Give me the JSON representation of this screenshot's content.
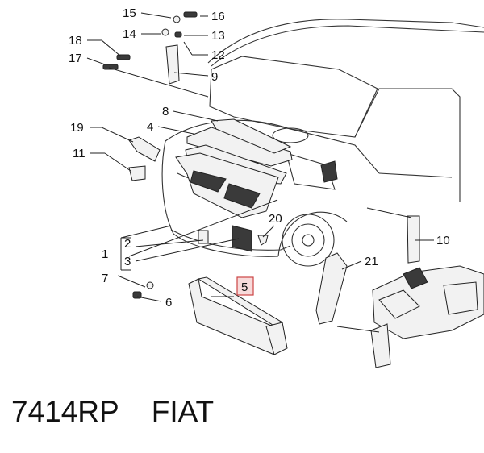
{
  "diagram": {
    "callouts": [
      {
        "id": "15",
        "label": "15"
      },
      {
        "id": "16",
        "label": "16"
      },
      {
        "id": "14",
        "label": "14"
      },
      {
        "id": "13",
        "label": "13"
      },
      {
        "id": "18",
        "label": "18"
      },
      {
        "id": "17",
        "label": "17"
      },
      {
        "id": "12",
        "label": "12"
      },
      {
        "id": "9",
        "label": "9"
      },
      {
        "id": "8",
        "label": "8"
      },
      {
        "id": "19",
        "label": "19"
      },
      {
        "id": "4",
        "label": "4"
      },
      {
        "id": "11",
        "label": "11"
      },
      {
        "id": "20",
        "label": "20"
      },
      {
        "id": "10",
        "label": "10"
      },
      {
        "id": "1",
        "label": "1"
      },
      {
        "id": "2",
        "label": "2"
      },
      {
        "id": "3",
        "label": "3"
      },
      {
        "id": "21",
        "label": "21"
      },
      {
        "id": "7",
        "label": "7"
      },
      {
        "id": "6",
        "label": "6"
      },
      {
        "id": "5",
        "label": "5",
        "highlighted": true
      }
    ],
    "highlight_color": "#c44"
  },
  "caption": {
    "part_code": "7414RP",
    "brand": "FIAT"
  }
}
